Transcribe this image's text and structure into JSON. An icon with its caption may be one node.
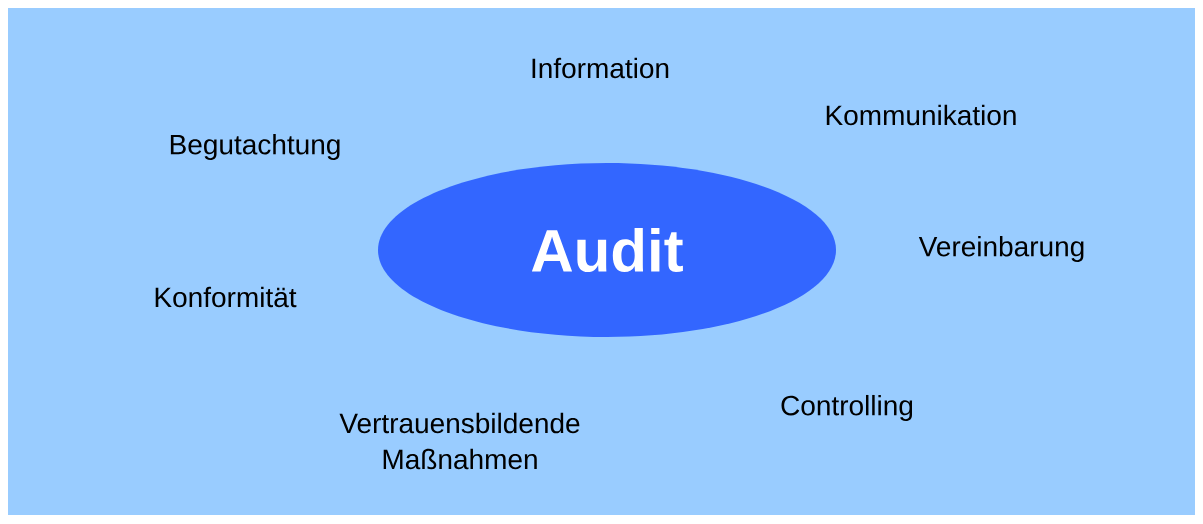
{
  "diagram": {
    "nodes": [
      {
        "text": [
          "Audit"
        ]
      }
    ],
    "labels": [
      "Information",
      "Kommunikation",
      "Begutachtung",
      "Vereinbarung",
      "Konformität",
      "Controlling",
      "Vertrauensbildende Maßnahmen"
    ]
  }
}
